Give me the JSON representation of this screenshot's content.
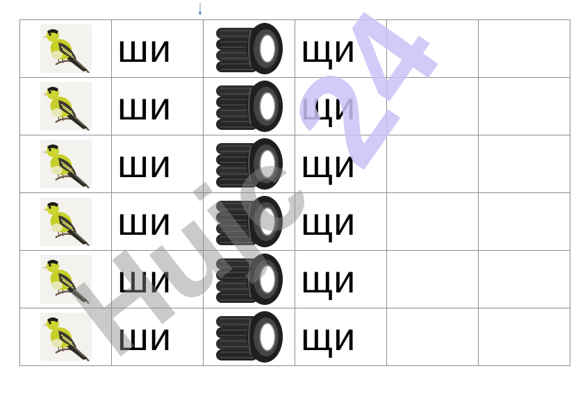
{
  "worksheet": {
    "rows": [
      {
        "syllable_1": "ши",
        "syllable_2": "щи"
      },
      {
        "syllable_1": "ши",
        "syllable_2": "щи"
      },
      {
        "syllable_1": "ши",
        "syllable_2": "щи"
      },
      {
        "syllable_1": "ши",
        "syllable_2": "щи"
      },
      {
        "syllable_1": "ши",
        "syllable_2": "щи"
      },
      {
        "syllable_1": "ши",
        "syllable_2": "щи"
      }
    ],
    "picture_1": "siskin-bird-icon",
    "picture_2": "tire-stack-icon"
  },
  "watermark": {
    "brand_text": "Hujc",
    "number_text": "24",
    "brand_color": "#8a8a8a",
    "number_color": "#c9c2f7"
  }
}
